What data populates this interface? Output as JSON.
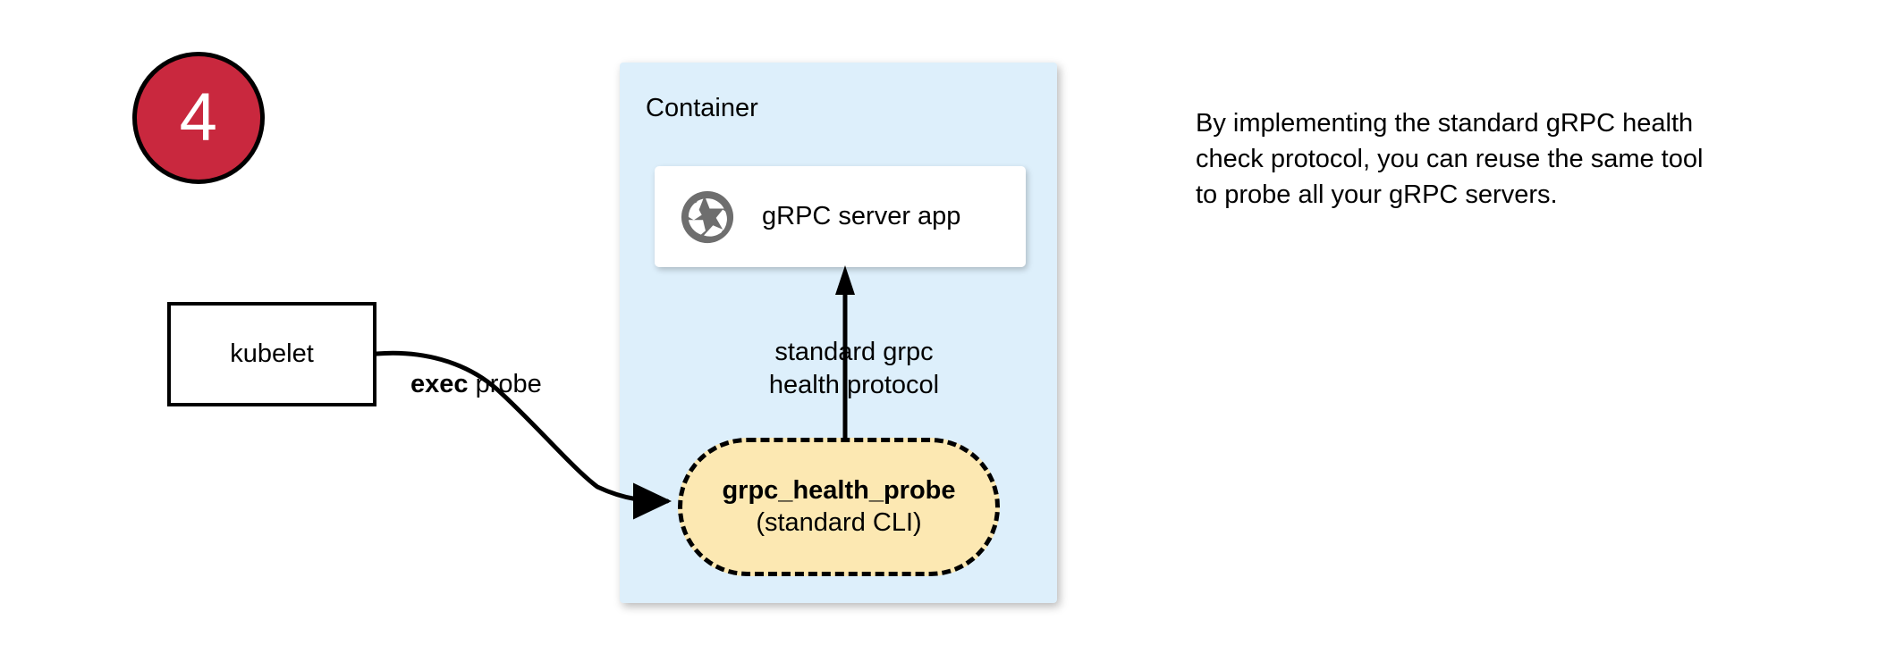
{
  "step": {
    "number": "4"
  },
  "container": {
    "label": "Container",
    "background_color": "#ddeffb"
  },
  "server_card": {
    "label": "gRPC server app",
    "icon": "aperture-icon",
    "icon_color": "#6e6e6e",
    "background_color": "#ffffff"
  },
  "probe_pill": {
    "title": "grpc_health_probe",
    "subtitle": "(standard CLI)",
    "background_color": "#fce8b2",
    "border_style": "dashed"
  },
  "kubelet": {
    "label": "kubelet"
  },
  "edges": {
    "exec_probe": {
      "bold_text": "exec",
      "normal_text": " probe"
    },
    "protocol": {
      "line1": "standard grpc",
      "line2": "health protocol"
    }
  },
  "description": {
    "text": "By implementing the standard gRPC health check protocol, you can reuse the same tool to probe all your gRPC servers."
  },
  "colors": {
    "badge_fill": "#c9283e",
    "badge_text": "#ffffff",
    "stroke": "#000000"
  }
}
